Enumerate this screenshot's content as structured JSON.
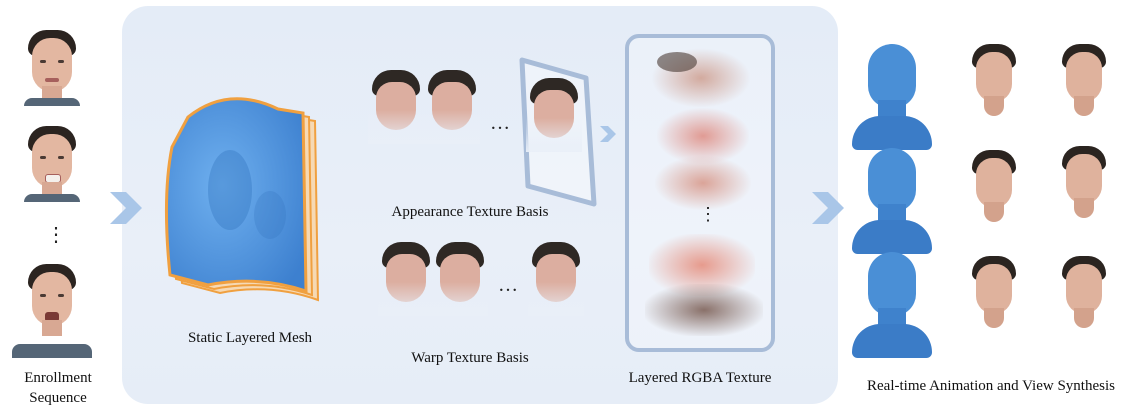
{
  "labels": {
    "enrollment": "Enrollment",
    "sequence": "Sequence",
    "static_mesh": "Static Layered Mesh",
    "appearance_basis": "Appearance Texture Basis",
    "warp_basis": "Warp Texture Basis",
    "rgba_texture": "Layered RGBA Texture",
    "realtime": "Real-time Animation and View Synthesis"
  },
  "ellipsis": {
    "vertical": "⋮",
    "horizontal": "…"
  },
  "colors": {
    "panel_bg": "#e6edf7",
    "arrow": "#a9c6e8",
    "mesh_blue": "#4a8fd6",
    "mesh_edge": "#f0a040",
    "frame": "#a8bcd8"
  }
}
